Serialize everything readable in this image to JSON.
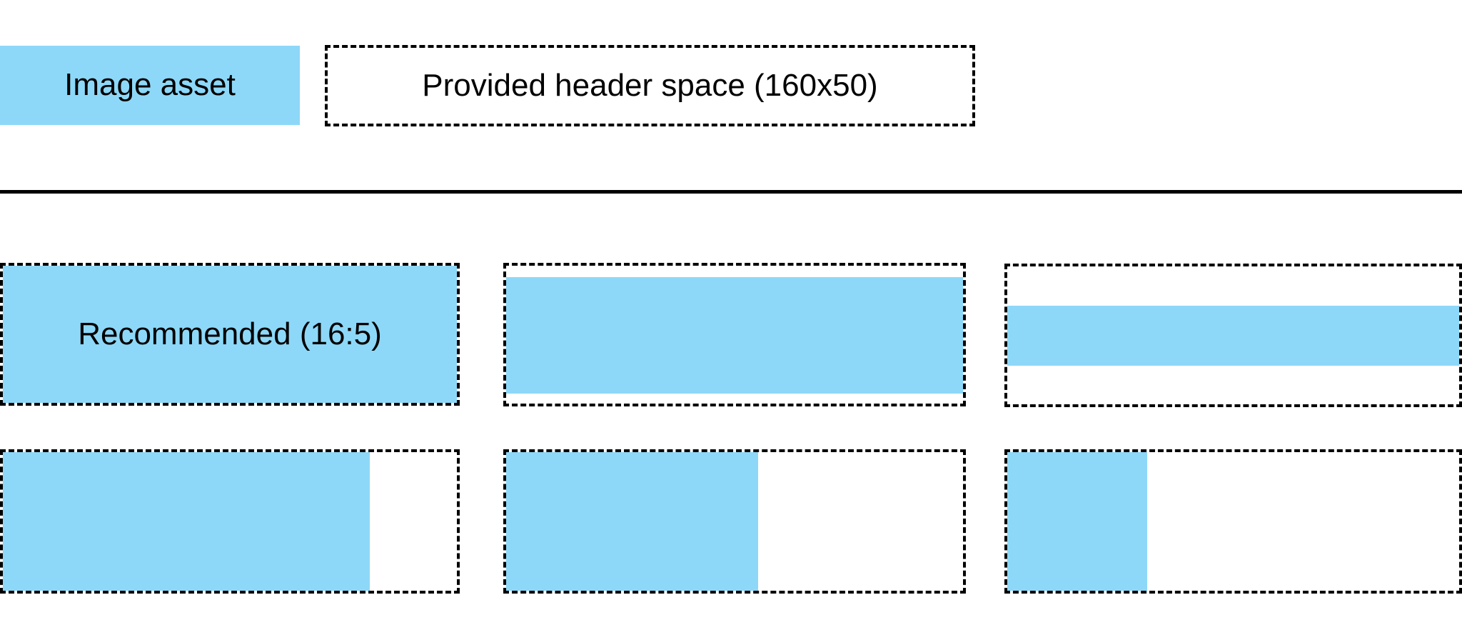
{
  "colors": {
    "asset_blue": "#8DD8F8",
    "line_black": "#000000"
  },
  "legend": {
    "swatch_label": "Image asset",
    "header_space_label": "Provided header space (160x50)"
  },
  "examples": {
    "boxes": [
      {
        "name": "recommended-16-5",
        "label": "Recommended (16:5)",
        "fill": {
          "width_frac": 1,
          "height_frac": 1,
          "top_frac": 0
        }
      },
      {
        "name": "wide-asset-letterboxed",
        "label": "",
        "fill": {
          "width_frac": 1,
          "height_frac": 0.845,
          "top_frac": 0.085
        }
      },
      {
        "name": "extra-wide-asset-letterboxed",
        "label": "",
        "fill": {
          "width_frac": 1,
          "height_frac": 0.435,
          "top_frac": 0.285
        }
      },
      {
        "name": "tall-asset-pillarboxed-large",
        "label": "",
        "fill": {
          "width_frac": 0.808,
          "height_frac": 1,
          "top_frac": 0
        }
      },
      {
        "name": "tall-asset-pillarboxed-medium",
        "label": "",
        "fill": {
          "width_frac": 0.552,
          "height_frac": 1,
          "top_frac": 0
        }
      },
      {
        "name": "tall-asset-pillarboxed-small",
        "label": "",
        "fill": {
          "width_frac": 0.309,
          "height_frac": 1,
          "top_frac": 0
        }
      }
    ]
  }
}
